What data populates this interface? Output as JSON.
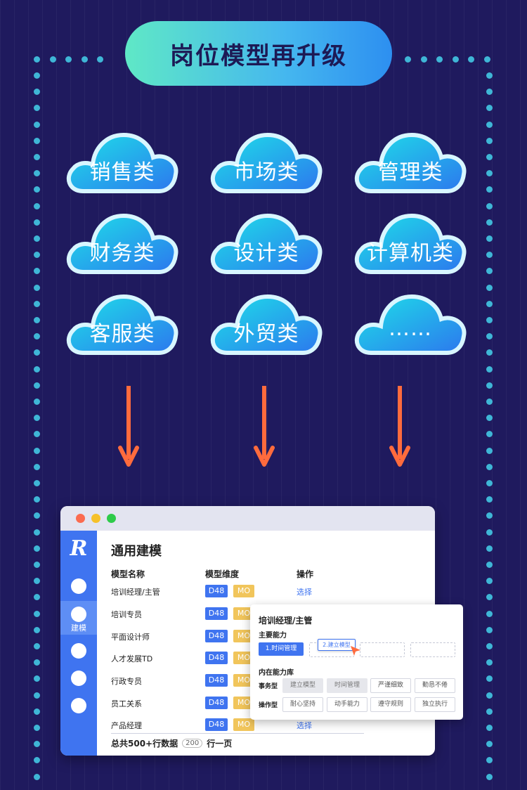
{
  "title": "岗位模型再升级",
  "categories": [
    {
      "label": "销售类"
    },
    {
      "label": "市场类"
    },
    {
      "label": "管理类"
    },
    {
      "label": "财务类"
    },
    {
      "label": "设计类"
    },
    {
      "label": "计算机类"
    },
    {
      "label": "客服类"
    },
    {
      "label": "外贸类"
    },
    {
      "label": "……"
    }
  ],
  "colors": {
    "background": "#1f1a5e",
    "dots": "#3fb6d6",
    "arrow": "#ff6b3d",
    "primary": "#3f74f0",
    "mo_tag": "#f1c55b"
  },
  "window": {
    "sidebar": {
      "logo": "R",
      "active_label": "建模"
    },
    "page_title": "通用建模",
    "columns": {
      "name": "模型名称",
      "dimension": "模型维度",
      "action": "操作"
    },
    "rows": [
      {
        "name": "培训经理/主管",
        "d": "D48",
        "m": "MO",
        "action": "选择"
      },
      {
        "name": "培训专员",
        "d": "D48",
        "m": "MO",
        "action": ""
      },
      {
        "name": "平面设计师",
        "d": "D48",
        "m": "MO",
        "action": ""
      },
      {
        "name": "人才发展TD",
        "d": "D48",
        "m": "MO",
        "action": ""
      },
      {
        "name": "行政专员",
        "d": "D48",
        "m": "MO",
        "action": ""
      },
      {
        "name": "员工关系",
        "d": "D48",
        "m": "MO",
        "action": ""
      },
      {
        "name": "产品经理",
        "d": "D48",
        "m": "MO",
        "action": "选择"
      }
    ],
    "footer": {
      "total": "总共500+行数据",
      "page_size": "200",
      "per_page": "行一页"
    }
  },
  "popup": {
    "title": "培训经理/主管",
    "main_section": "主要能力",
    "main_chip": "1.时间管理",
    "drag_chip": "2.建立模型",
    "inner_section": "内在能力库",
    "groups": [
      {
        "label": "事务型",
        "items": [
          "建立模型",
          "时间管理",
          "严谨细致",
          "勤恳不倦"
        ]
      },
      {
        "label": "操作型",
        "items": [
          "耐心坚持",
          "动手能力",
          "遵守规则",
          "独立执行"
        ]
      }
    ]
  }
}
